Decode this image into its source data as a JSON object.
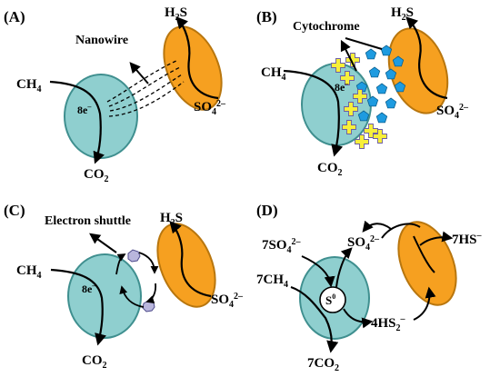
{
  "colors": {
    "cell_fill": "#8fcfcf",
    "cell_stroke": "#3f8f8f",
    "bacteria_fill": "#f6a020",
    "bacteria_stroke": "#b8760e",
    "pentagon_fill": "#1e9be0",
    "cross_fill": "#f7ef3a",
    "cross_stroke": "#6b5ca5",
    "shuttle_fill": "#b9b6dd",
    "shuttle_stroke": "#4d4a8a"
  },
  "icons": [
    "cytochrome-cross-icon",
    "cytochrome-pentagon-icon",
    "electron-shuttle-icon",
    "nanowire-line-icon"
  ],
  "panels": {
    "a": {
      "label": "(A)",
      "nanowire_label": "Nanowire",
      "ch4": [
        "CH",
        "4"
      ],
      "electrons": [
        "8e",
        "–"
      ],
      "co2": [
        "CO",
        "2"
      ],
      "h2s": [
        "H",
        "2",
        "S"
      ],
      "so4": [
        "SO",
        "4",
        "2–"
      ]
    },
    "b": {
      "label": "(B)",
      "cytochrome_label": "Cytochrome",
      "ch4": [
        "CH",
        "4"
      ],
      "electrons": [
        "8e",
        "–"
      ],
      "co2": [
        "CO",
        "2"
      ],
      "h2s": [
        "H",
        "2",
        "S"
      ],
      "so4": [
        "SO",
        "4",
        "2–"
      ]
    },
    "c": {
      "label": "(C)",
      "shuttle_label": "Electron shuttle",
      "ch4": [
        "CH",
        "4"
      ],
      "electrons": [
        "8e",
        "–"
      ],
      "co2": [
        "CO",
        "2"
      ],
      "h2s": [
        "H",
        "2",
        "S"
      ],
      "so4": [
        "SO",
        "4",
        "2–"
      ]
    },
    "d": {
      "label": "(D)",
      "so4_in": [
        "7SO",
        "4",
        "2–"
      ],
      "ch4": [
        "7CH",
        "4"
      ],
      "co2": [
        "7CO",
        "2"
      ],
      "so4_mid": [
        "SO",
        "4",
        "2–"
      ],
      "hs": [
        "7HS",
        "–"
      ],
      "hs2": [
        "4HS",
        "2",
        "–"
      ],
      "s0": [
        "S",
        "0"
      ]
    }
  }
}
